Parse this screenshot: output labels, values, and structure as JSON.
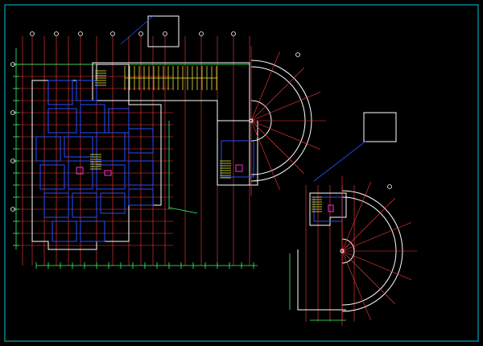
{
  "drawing": {
    "background": "#000000",
    "palette": {
      "border": "#00c8d8",
      "wall": "#ffffff",
      "axis_red": "#ff3b3b",
      "dim_green": "#33ff66",
      "room_blue": "#2a4dff",
      "stair_yellow": "#e8e83a",
      "magenta": "#ff2bd6",
      "axis_bubble": "#ffffff"
    },
    "layers": [
      "outer-frame",
      "axis-grid",
      "walls",
      "rooms",
      "stairs",
      "dimensions",
      "fan-wings",
      "title-boxes"
    ]
  }
}
